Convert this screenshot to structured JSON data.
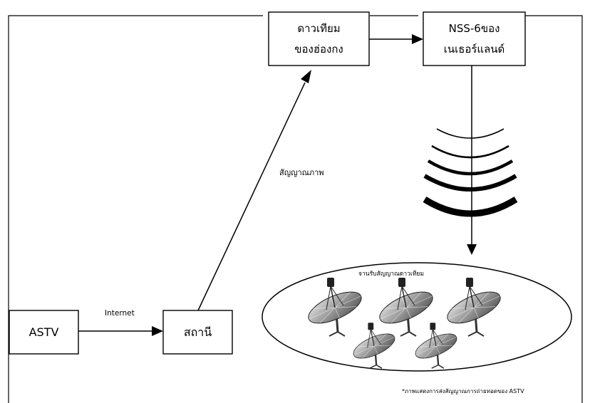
{
  "nodes": {
    "satellite_hk": {
      "line1": "ดาวเทียม",
      "line2": "ของฮ่องกง"
    },
    "nss6": {
      "line1": "NSS-6ของ",
      "line2": "เนเธอร์แลนด์"
    },
    "astv": {
      "label": "ASTV"
    },
    "station": {
      "label": "สถานี"
    }
  },
  "edges": {
    "internet": "Internet",
    "video_signal": "สัญญาณภาพ"
  },
  "receiver_group": {
    "label": "จานรับสัญญาณดาวเทียม"
  },
  "caption": "*ภาพแสดงการส่งสัญญาณการถ่ายทอดของ ASTV",
  "colors": {
    "line": "#000000",
    "dish_body": "#8a8a8a"
  }
}
